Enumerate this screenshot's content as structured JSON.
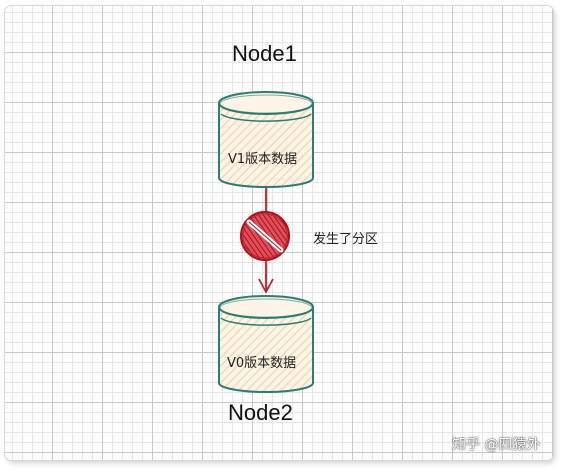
{
  "nodes": [
    {
      "title": "Node1",
      "content": "V1版本数据"
    },
    {
      "title": "Node2",
      "content": "V0版本数据"
    }
  ],
  "event": {
    "label": "发生了分区"
  },
  "watermark": "知乎 @四猿外",
  "colors": {
    "cylinder_stroke": "#2a7d73",
    "cylinder_fill": "#fbeedd",
    "arrow": "#b5262d",
    "blocked_marker": "#c8222c",
    "grid_major": "#c9c9c9",
    "grid_minor": "#e6e6e6"
  }
}
